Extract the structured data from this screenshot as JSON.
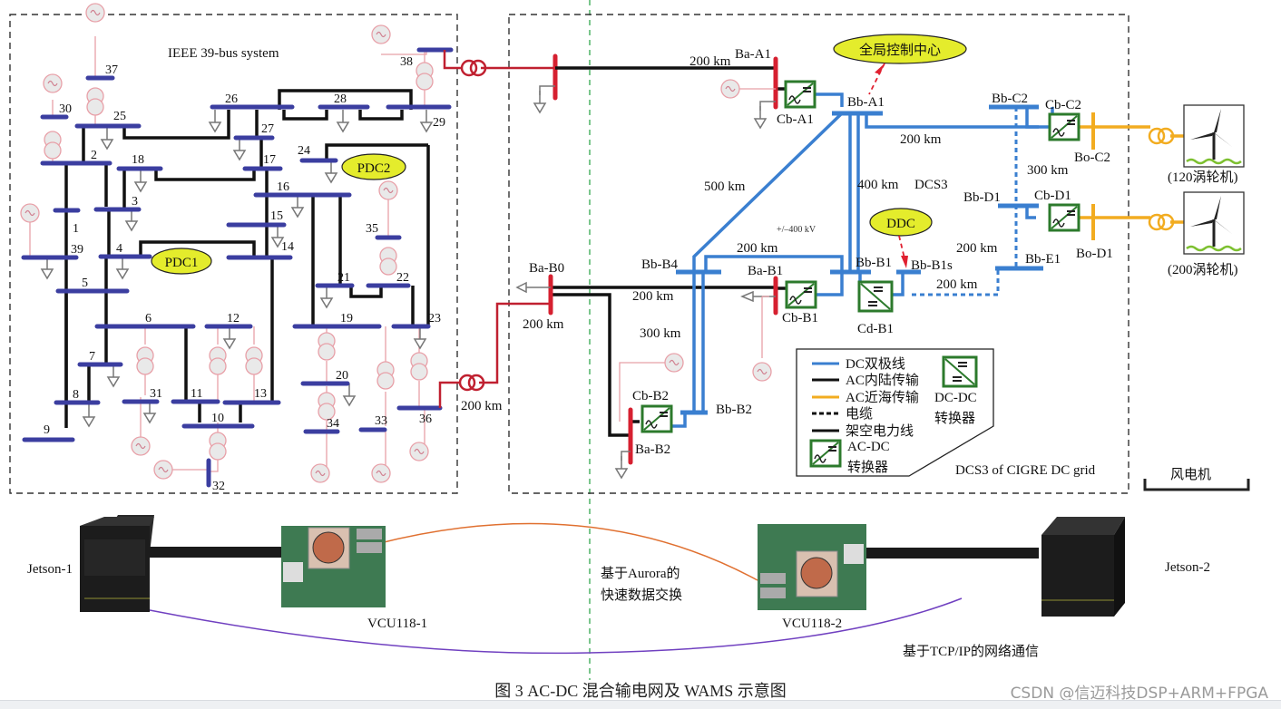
{
  "ieee": {
    "title": "IEEE 39-bus system",
    "bus_numbers": [
      "1",
      "2",
      "3",
      "4",
      "5",
      "6",
      "7",
      "8",
      "9",
      "10",
      "11",
      "12",
      "13",
      "14",
      "15",
      "16",
      "17",
      "18",
      "19",
      "20",
      "21",
      "22",
      "23",
      "24",
      "25",
      "26",
      "27",
      "28",
      "29",
      "30",
      "31",
      "32",
      "33",
      "34",
      "35",
      "36",
      "37",
      "38",
      "39"
    ],
    "pdc1": "PDC1",
    "pdc2": "PDC2"
  },
  "dcs3": {
    "title": "DCS3",
    "footer": "DCS3 of CIGRE DC grid",
    "voltage": "+/–400 kV",
    "control_center": "全局控制中心",
    "ddc": "DDC",
    "nodes": {
      "ba_a1": "Ba-A1",
      "cb_a1": "Cb-A1",
      "bb_a1": "Bb-A1",
      "bb_c2": "Bb-C2",
      "cb_c2": "Cb-C2",
      "bo_c2": "Bo-C2",
      "bb_d1": "Bb-D1",
      "cb_d1": "Cb-D1",
      "bo_d1": "Bo-D1",
      "bb_e1": "Bb-E1",
      "bb_b1s": "Bb-B1s",
      "bb_b1": "Bb-B1",
      "cd_b1": "Cd-B1",
      "ba_b1": "Ba-B1",
      "cb_b1": "Cb-B1",
      "bb_b4": "Bb-B4",
      "ba_b0": "Ba-B0",
      "cb_b2": "Cb-B2",
      "bb_b2": "Bb-B2",
      "ba_b2": "Ba-B2"
    },
    "distances": {
      "a1_line": "200 km",
      "a1_c2": "200 km",
      "a1_b4": "500 km",
      "a1_b1": "400 km",
      "c2_e1": "300 km",
      "e1_b1s": "200 km",
      "d1_e1": "200 km",
      "b4_b1": "200 km",
      "b0_b1": "200 km",
      "b0_ieee": "200 km",
      "b4_b2": "300 km",
      "ieee_36": "200 km"
    }
  },
  "wind": {
    "turbine1": "(120涡轮机)",
    "turbine2": "(200涡轮机)",
    "group_label": "风电机"
  },
  "legend": {
    "items": [
      {
        "label": "DC双极线",
        "color": "#3a7fd0",
        "style": "solid"
      },
      {
        "label": "AC内陆传输",
        "color": "#111111",
        "style": "solid"
      },
      {
        "label": "AC近海传输",
        "color": "#f2ac20",
        "style": "solid"
      },
      {
        "label": "电缆",
        "color": "#111111",
        "style": "dashed"
      },
      {
        "label": "架空电力线",
        "color": "#111111",
        "style": "solid"
      }
    ],
    "acdc_label1": "AC-DC",
    "acdc_label2": "转换器",
    "dcdc_label1": "DC-DC",
    "dcdc_label2": "转换器"
  },
  "hardware": {
    "jetson1": "Jetson-1",
    "jetson2": "Jetson-2",
    "vcu1": "VCU118-1",
    "vcu2": "VCU118-2",
    "aurora1": "基于Aurora的",
    "aurora2": "快速数据交换",
    "tcp": "基于TCP/IP的网络通信"
  },
  "caption": "图 3   AC-DC 混合输电网及 WAMS 示意图",
  "watermark": "CSDN @信迈科技DSP+ARM+FPGA",
  "colors": {
    "bus": "#3b3ea0",
    "dc": "#3a7fd0",
    "red_bus": "#d62030",
    "offshore": "#f2ac20",
    "ellipse": "#e4ec2c",
    "converter": "#2c7a2c"
  }
}
